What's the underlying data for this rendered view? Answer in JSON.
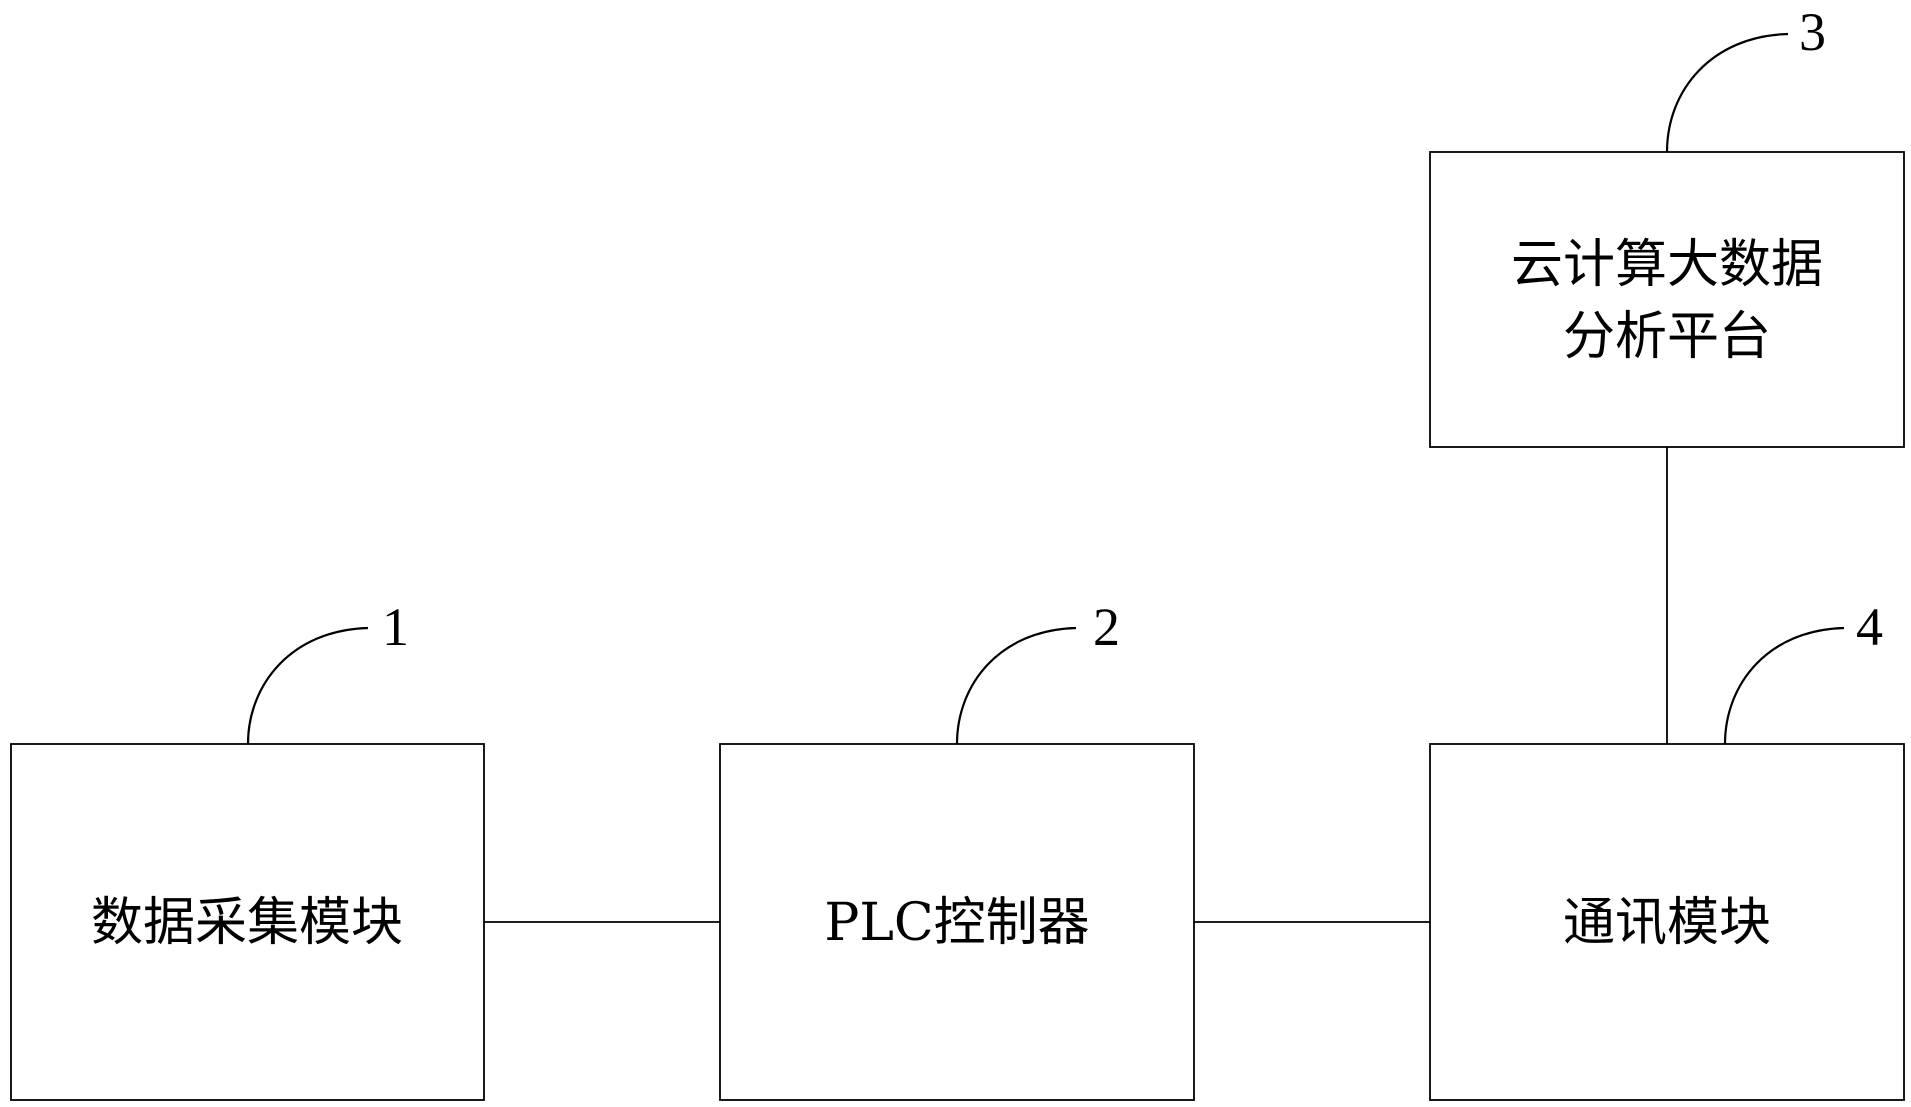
{
  "blocks": {
    "data_acquisition": {
      "label": "数据采集模块",
      "ref": "1"
    },
    "plc": {
      "label": "PLC控制器",
      "ref": "2"
    },
    "cloud": {
      "label_line1": "云计算大数据",
      "label_line2": "分析平台",
      "ref": "3"
    },
    "comm": {
      "label": "通讯模块",
      "ref": "4"
    }
  },
  "connections": [
    {
      "from": "1",
      "to": "2"
    },
    {
      "from": "2",
      "to": "4"
    },
    {
      "from": "4",
      "to": "3"
    }
  ]
}
